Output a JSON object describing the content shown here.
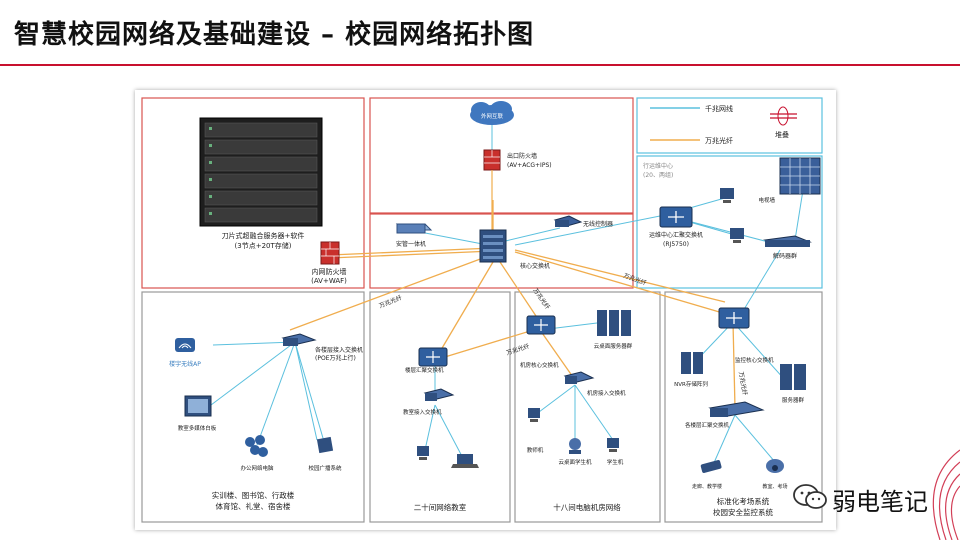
{
  "header": {
    "title": "智慧校园网络及基础建设 – 校园网络拓扑图"
  },
  "legend": {
    "gigabit": "千兆网线",
    "ten_g_fiber": "万兆光纤",
    "stack": "堆叠"
  },
  "zones": {
    "blade_server": "刀片式超融合服务器+软件",
    "blade_server_sub": "(3节点+20T存储)",
    "inner_firewall": "内网防火墙",
    "inner_firewall_sub": "(AV+WAF)",
    "internet": "外网互联",
    "outer_firewall": "出口防火墙",
    "outer_firewall_sub": "(AV+ACG+IPS)",
    "ops_center": "行运维中心",
    "ops_center_sub": "(20、两组)",
    "ops_switch": "运维中心汇聚交换机",
    "ops_switch_model": "(RJ5750)",
    "decoder": "解码器群",
    "video_wall": "电视墙",
    "core_switch": "核心交换机",
    "auth": "安管一体机",
    "controller": "无线控制器",
    "poe_switch": "各楼层接入交换机",
    "poe_switch_sub": "(POE万兆上行)",
    "wifi_ap": "楼宇无线AP",
    "multimedia": "教室多媒体白板",
    "office_pc": "办公网络电脑",
    "broadcast": "校园广播系统",
    "zone_buildings": "实训楼、图书馆、行政楼",
    "zone_buildings_2": "体育馆、礼堂、宿舍楼",
    "zone_classroom": "二十间网络教室",
    "zone_lab": "十八间电脑机房网络",
    "zone_exam": "标准化考场系统",
    "zone_exam_2": "校园安全监控系统",
    "classroom_agg": "楼层汇聚交换机",
    "classroom_access": "教室接入交换机",
    "lab_core": "机房核心交换机",
    "lab_access": "机房接入交换机",
    "cloud_server": "云桌面服务器群",
    "teacher_pc": "教师机",
    "cloud_terminal": "云桌面学生机",
    "student_pc": "学生机",
    "monitor_core": "监控核心交换机",
    "monitor_access": "各楼层汇聚交换机",
    "nvr": "NVR存储阵列",
    "server_group": "服务器群",
    "camera_label": "走廊、教学楼",
    "dome_label": "教室、考场",
    "fiber_tag": "万兆光纤"
  },
  "watermark": {
    "text": "弱电笔记"
  }
}
